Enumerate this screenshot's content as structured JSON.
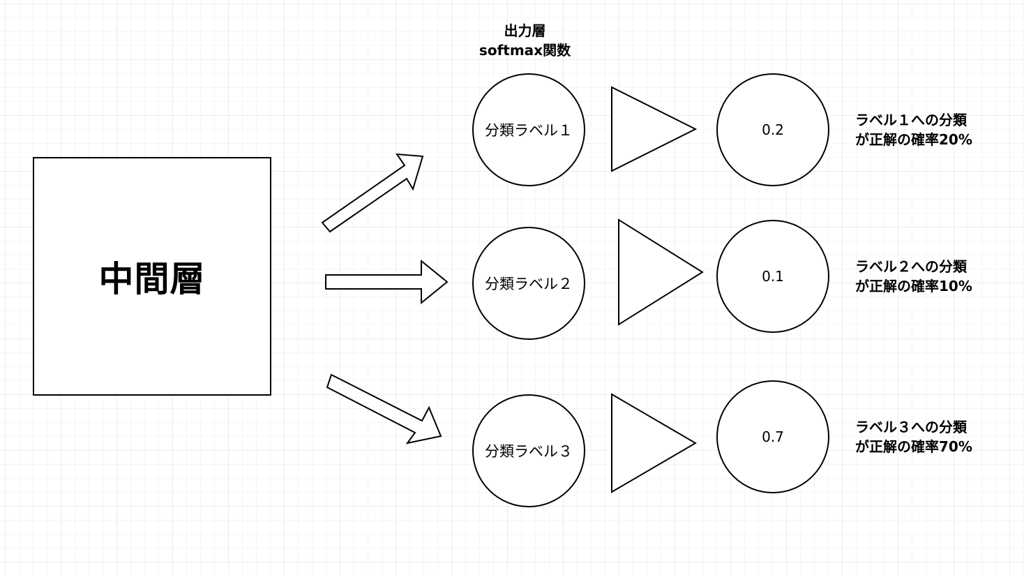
{
  "middle_layer": {
    "label": "中間層"
  },
  "output_layer": {
    "title": "出力層",
    "subtitle": "softmax関数"
  },
  "labels": [
    {
      "name": "分類ラベル１",
      "probability": "0.2",
      "description_line1": "ラベル１への分類",
      "description_line2": "が正解の確率20%"
    },
    {
      "name": "分類ラベル２",
      "probability": "0.1",
      "description_line1": "ラベル２への分類",
      "description_line2": "が正解の確率10%"
    },
    {
      "name": "分類ラベル３",
      "probability": "0.7",
      "description_line1": "ラベル３への分類",
      "description_line2": "が正解の確率70%"
    }
  ],
  "colors": {
    "stroke": "#000000",
    "fill": "#ffffff",
    "grid": "#ececec"
  }
}
